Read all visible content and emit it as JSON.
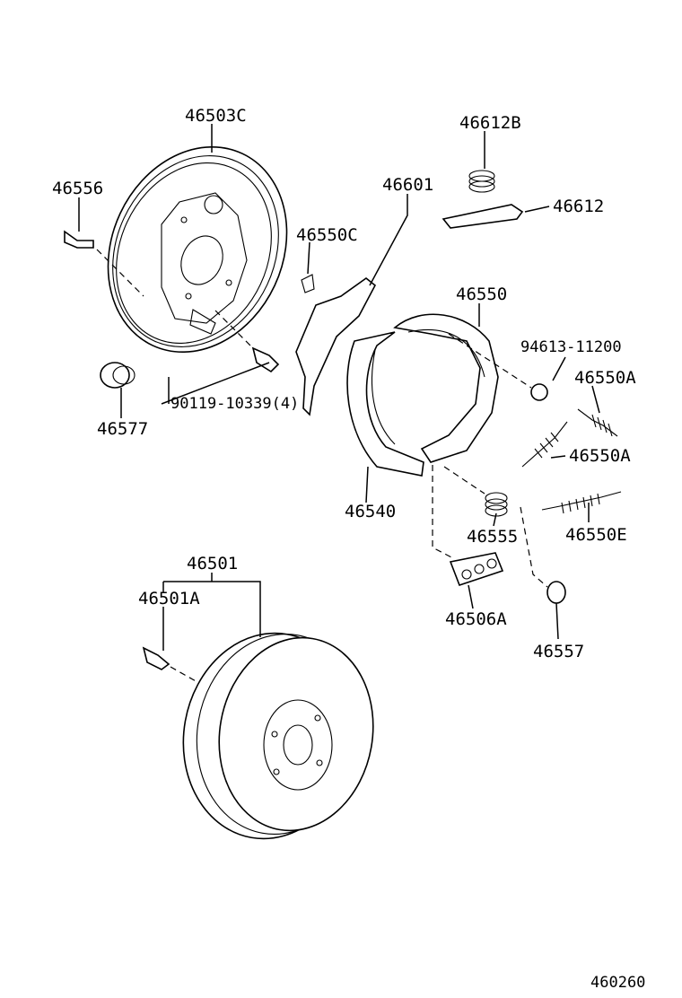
{
  "diagram": {
    "labels": {
      "p46503C": "46503C",
      "p46556": "46556",
      "p46550C": "46550C",
      "p46601": "46601",
      "p46612B": "46612B",
      "p46612": "46612",
      "p46550": "46550",
      "p94613": "94613-11200",
      "p46550A_1": "46550A",
      "p46550A_2": "46550A",
      "p90119": "90119-10339(4)",
      "p46577": "46577",
      "p46540": "46540",
      "p46555": "46555",
      "p46550E": "46550E",
      "p46501": "46501",
      "p46501A": "46501A",
      "p46506A": "46506A",
      "p46557": "46557"
    },
    "figure_number": "460260"
  }
}
